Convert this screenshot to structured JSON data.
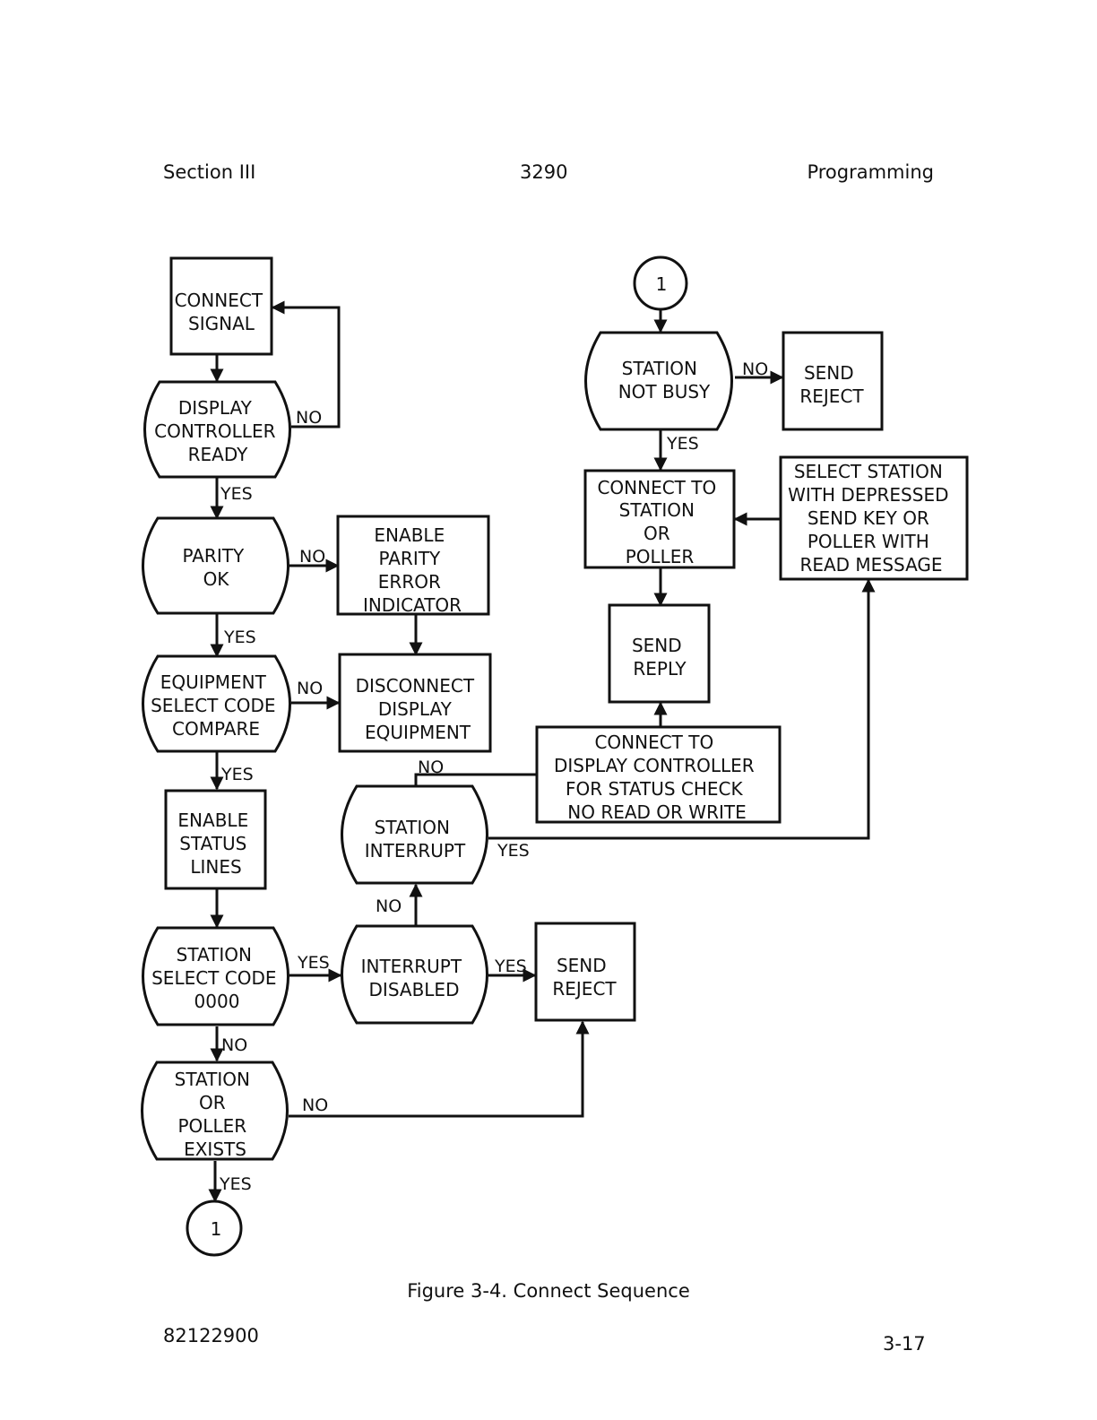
{
  "header": {
    "left": "Section III",
    "center": "3290",
    "right": "Programming"
  },
  "diagram": {
    "nodes": [
      {
        "id": "connect_signal",
        "lines": [
          "CONNECT",
          "SIGNAL"
        ]
      },
      {
        "id": "display_controller_ready",
        "lines": [
          "DISPLAY",
          "CONTROLLER",
          "READY"
        ]
      },
      {
        "id": "parity_ok",
        "lines": [
          "PARITY",
          "OK"
        ]
      },
      {
        "id": "enable_parity",
        "lines": [
          "ENABLE",
          "PARITY",
          "ERROR",
          "INDICATOR"
        ]
      },
      {
        "id": "equip_select",
        "lines": [
          "EQUIPMENT",
          "SELECT CODE",
          "COMPARE"
        ]
      },
      {
        "id": "disconnect",
        "lines": [
          "DISCONNECT",
          "DISPLAY",
          "EQUIPMENT"
        ]
      },
      {
        "id": "enable_status",
        "lines": [
          "ENABLE",
          "STATUS",
          "LINES"
        ]
      },
      {
        "id": "station_select",
        "lines": [
          "STATION",
          "SELECT CODE",
          "0000"
        ]
      },
      {
        "id": "interrupt_disabled",
        "lines": [
          "INTERRUPT",
          "DISABLED"
        ]
      },
      {
        "id": "send_reject_lower",
        "lines": [
          "SEND",
          "REJECT"
        ]
      },
      {
        "id": "station_interrupt",
        "lines": [
          "STATION",
          "INTERRUPT"
        ]
      },
      {
        "id": "station_or_poller",
        "lines": [
          "STATION",
          "OR",
          "POLLER",
          "EXISTS"
        ]
      },
      {
        "id": "connector_bottom",
        "lines": [
          "1"
        ]
      },
      {
        "id": "connector_top",
        "lines": [
          "1"
        ]
      },
      {
        "id": "station_not_busy",
        "lines": [
          "STATION",
          "NOT BUSY"
        ]
      },
      {
        "id": "send_reject_upper",
        "lines": [
          "SEND",
          "REJECT"
        ]
      },
      {
        "id": "connect_to_station",
        "lines": [
          "CONNECT TO",
          "STATION",
          "OR",
          "POLLER"
        ]
      },
      {
        "id": "select_station",
        "lines": [
          "SELECT STATION",
          "WITH DEPRESSED",
          "SEND KEY OR",
          "POLLER WITH",
          "READ MESSAGE"
        ]
      },
      {
        "id": "send_reply",
        "lines": [
          "SEND",
          "REPLY"
        ]
      },
      {
        "id": "connect_display",
        "lines": [
          "CONNECT TO",
          "DISPLAY CONTROLLER",
          "FOR STATUS CHECK",
          "NO READ OR WRITE"
        ]
      }
    ],
    "edge_labels": {
      "no": "NO",
      "yes": "YES"
    }
  },
  "caption": "Figure 3-4.  Connect Sequence",
  "footer": {
    "doc_number": "82122900",
    "page": "3-17"
  }
}
